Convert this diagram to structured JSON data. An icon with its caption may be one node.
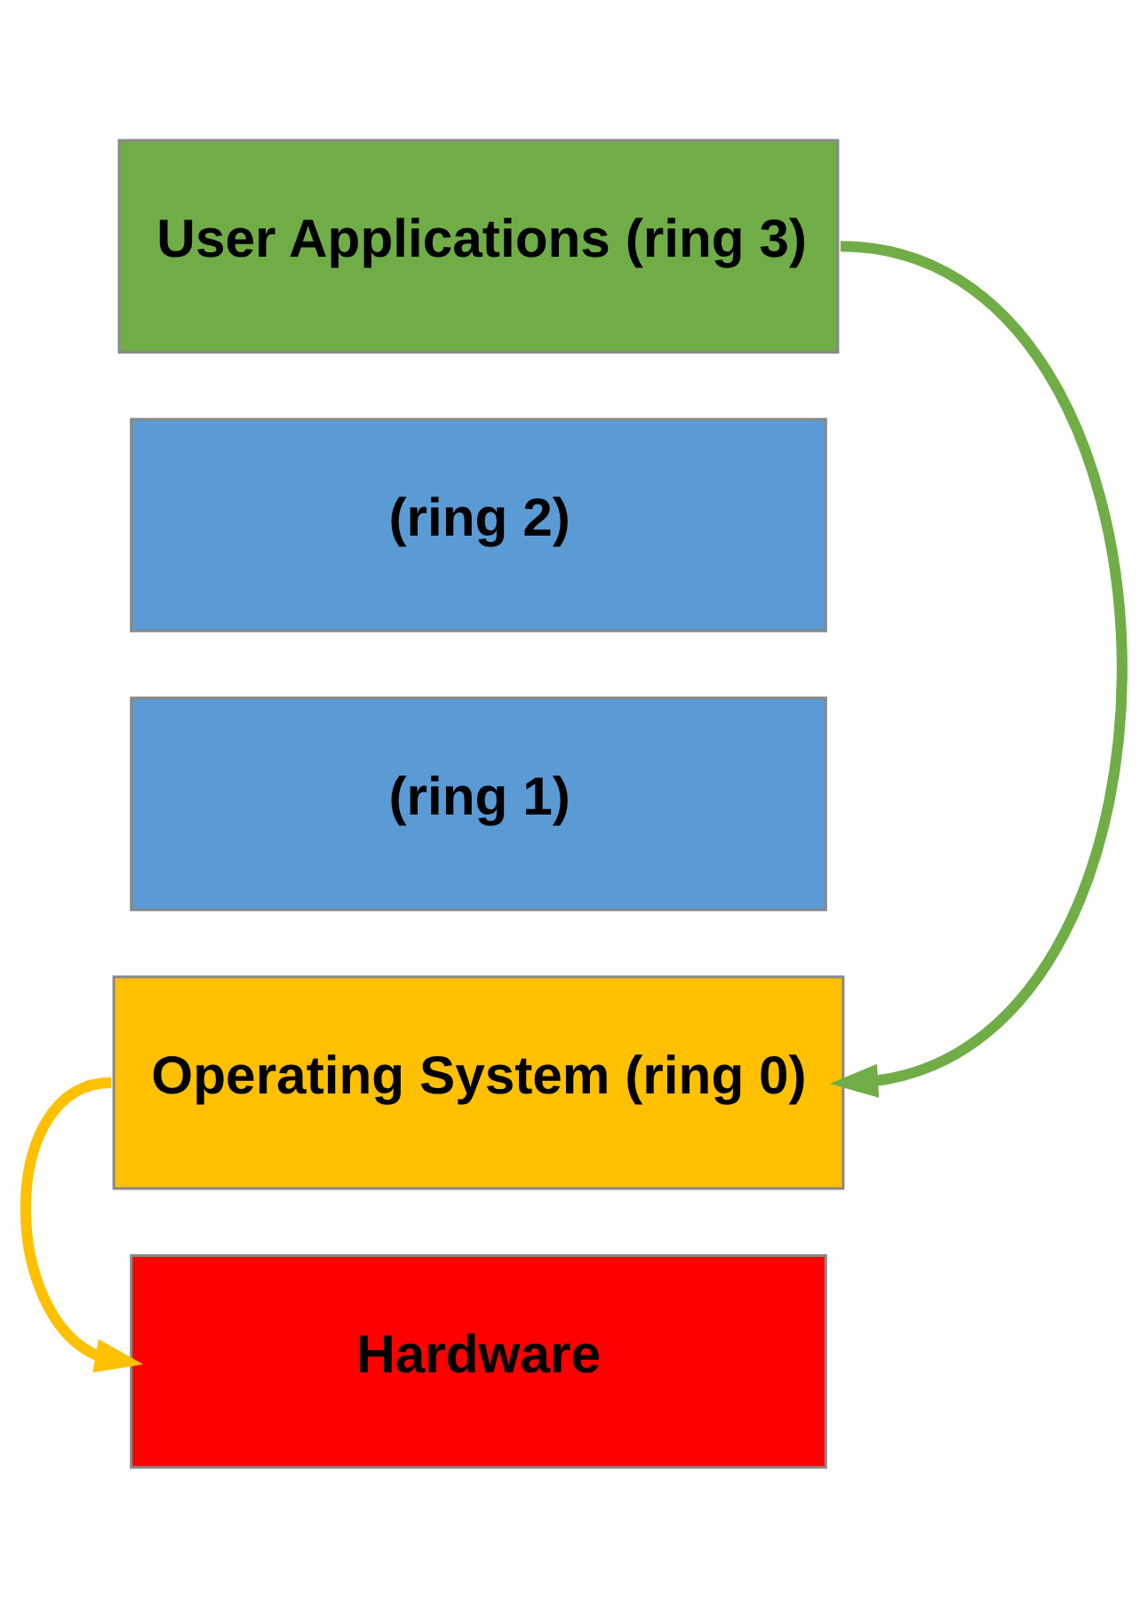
{
  "diagram": {
    "nodes": [
      {
        "text": [
          "User Applications (ring 3)"
        ]
      },
      {
        "text": [
          "(ring 2)"
        ]
      },
      {
        "text": [
          "(ring 1)"
        ]
      },
      {
        "text": [
          "Operating System (ring 0)"
        ]
      },
      {
        "text": [
          "Hardware"
        ]
      }
    ],
    "edges": [
      {
        "from": 0,
        "to": 3,
        "arrow": "to",
        "color": "#70ad47"
      },
      {
        "from": 3,
        "to": 4,
        "arrow": "to",
        "color": "#ffc000"
      }
    ]
  }
}
